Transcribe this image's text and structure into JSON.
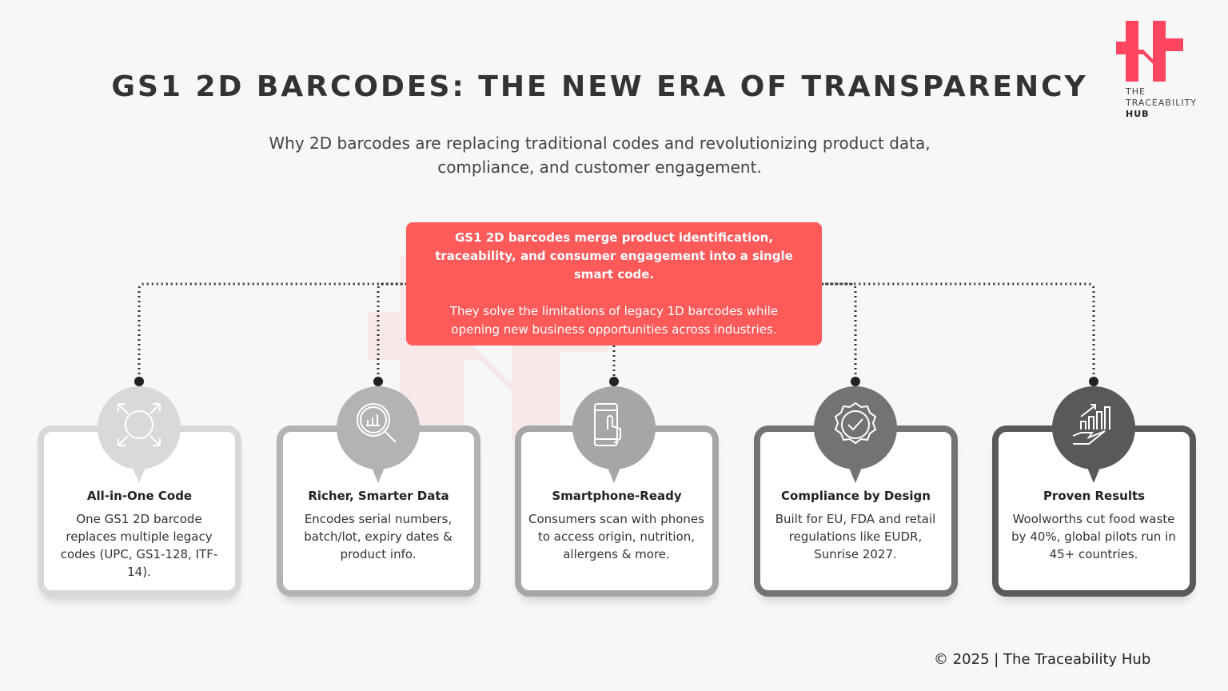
{
  "header": {
    "title": "GS1 2D BARCODES: THE NEW ERA OF TRANSPARENCY",
    "subtitle_line1": "Why 2D barcodes are replacing traditional codes and revolutionizing product data,",
    "subtitle_line2": "compliance, and customer engagement."
  },
  "logo": {
    "line1": "THE",
    "line2": "TRACEABILITY",
    "line3": "HUB",
    "color": "#ff4560"
  },
  "callout": {
    "bold": "GS1 2D barcodes merge product identification, traceability, and consumer engagement into a single smart code.",
    "normal": "They solve the limitations of legacy 1D barcodes while opening new business opportunities across industries.",
    "color": "#ff5a5a"
  },
  "cards": [
    {
      "title": "All-in-One Code",
      "text": "One GS1 2D barcode replaces multiple legacy codes (UPC, GS1-128, ITF-14).",
      "icon": "expand-arrows-icon",
      "color": "#d9d9d9"
    },
    {
      "title": "Richer, Smarter Data",
      "text": "Encodes serial numbers, batch/lot, expiry dates & product info.",
      "icon": "magnifier-chart-icon",
      "color": "#b3b3b3"
    },
    {
      "title": "Smartphone-Ready",
      "text": "Consumers scan with phones to access origin, nutrition, allergens & more.",
      "icon": "smartphone-tap-icon",
      "color": "#a6a6a6"
    },
    {
      "title": "Compliance by Design",
      "text": "Built for EU, FDA and retail regulations like EUDR, Sunrise 2027.",
      "icon": "certified-badge-icon",
      "color": "#737373"
    },
    {
      "title": "Proven Results",
      "text": "Woolworths cut food waste by 40%, global pilots run in 45+ countries.",
      "icon": "growth-hand-icon",
      "color": "#595959"
    }
  ],
  "footer": "© 2025 | The Traceability Hub"
}
